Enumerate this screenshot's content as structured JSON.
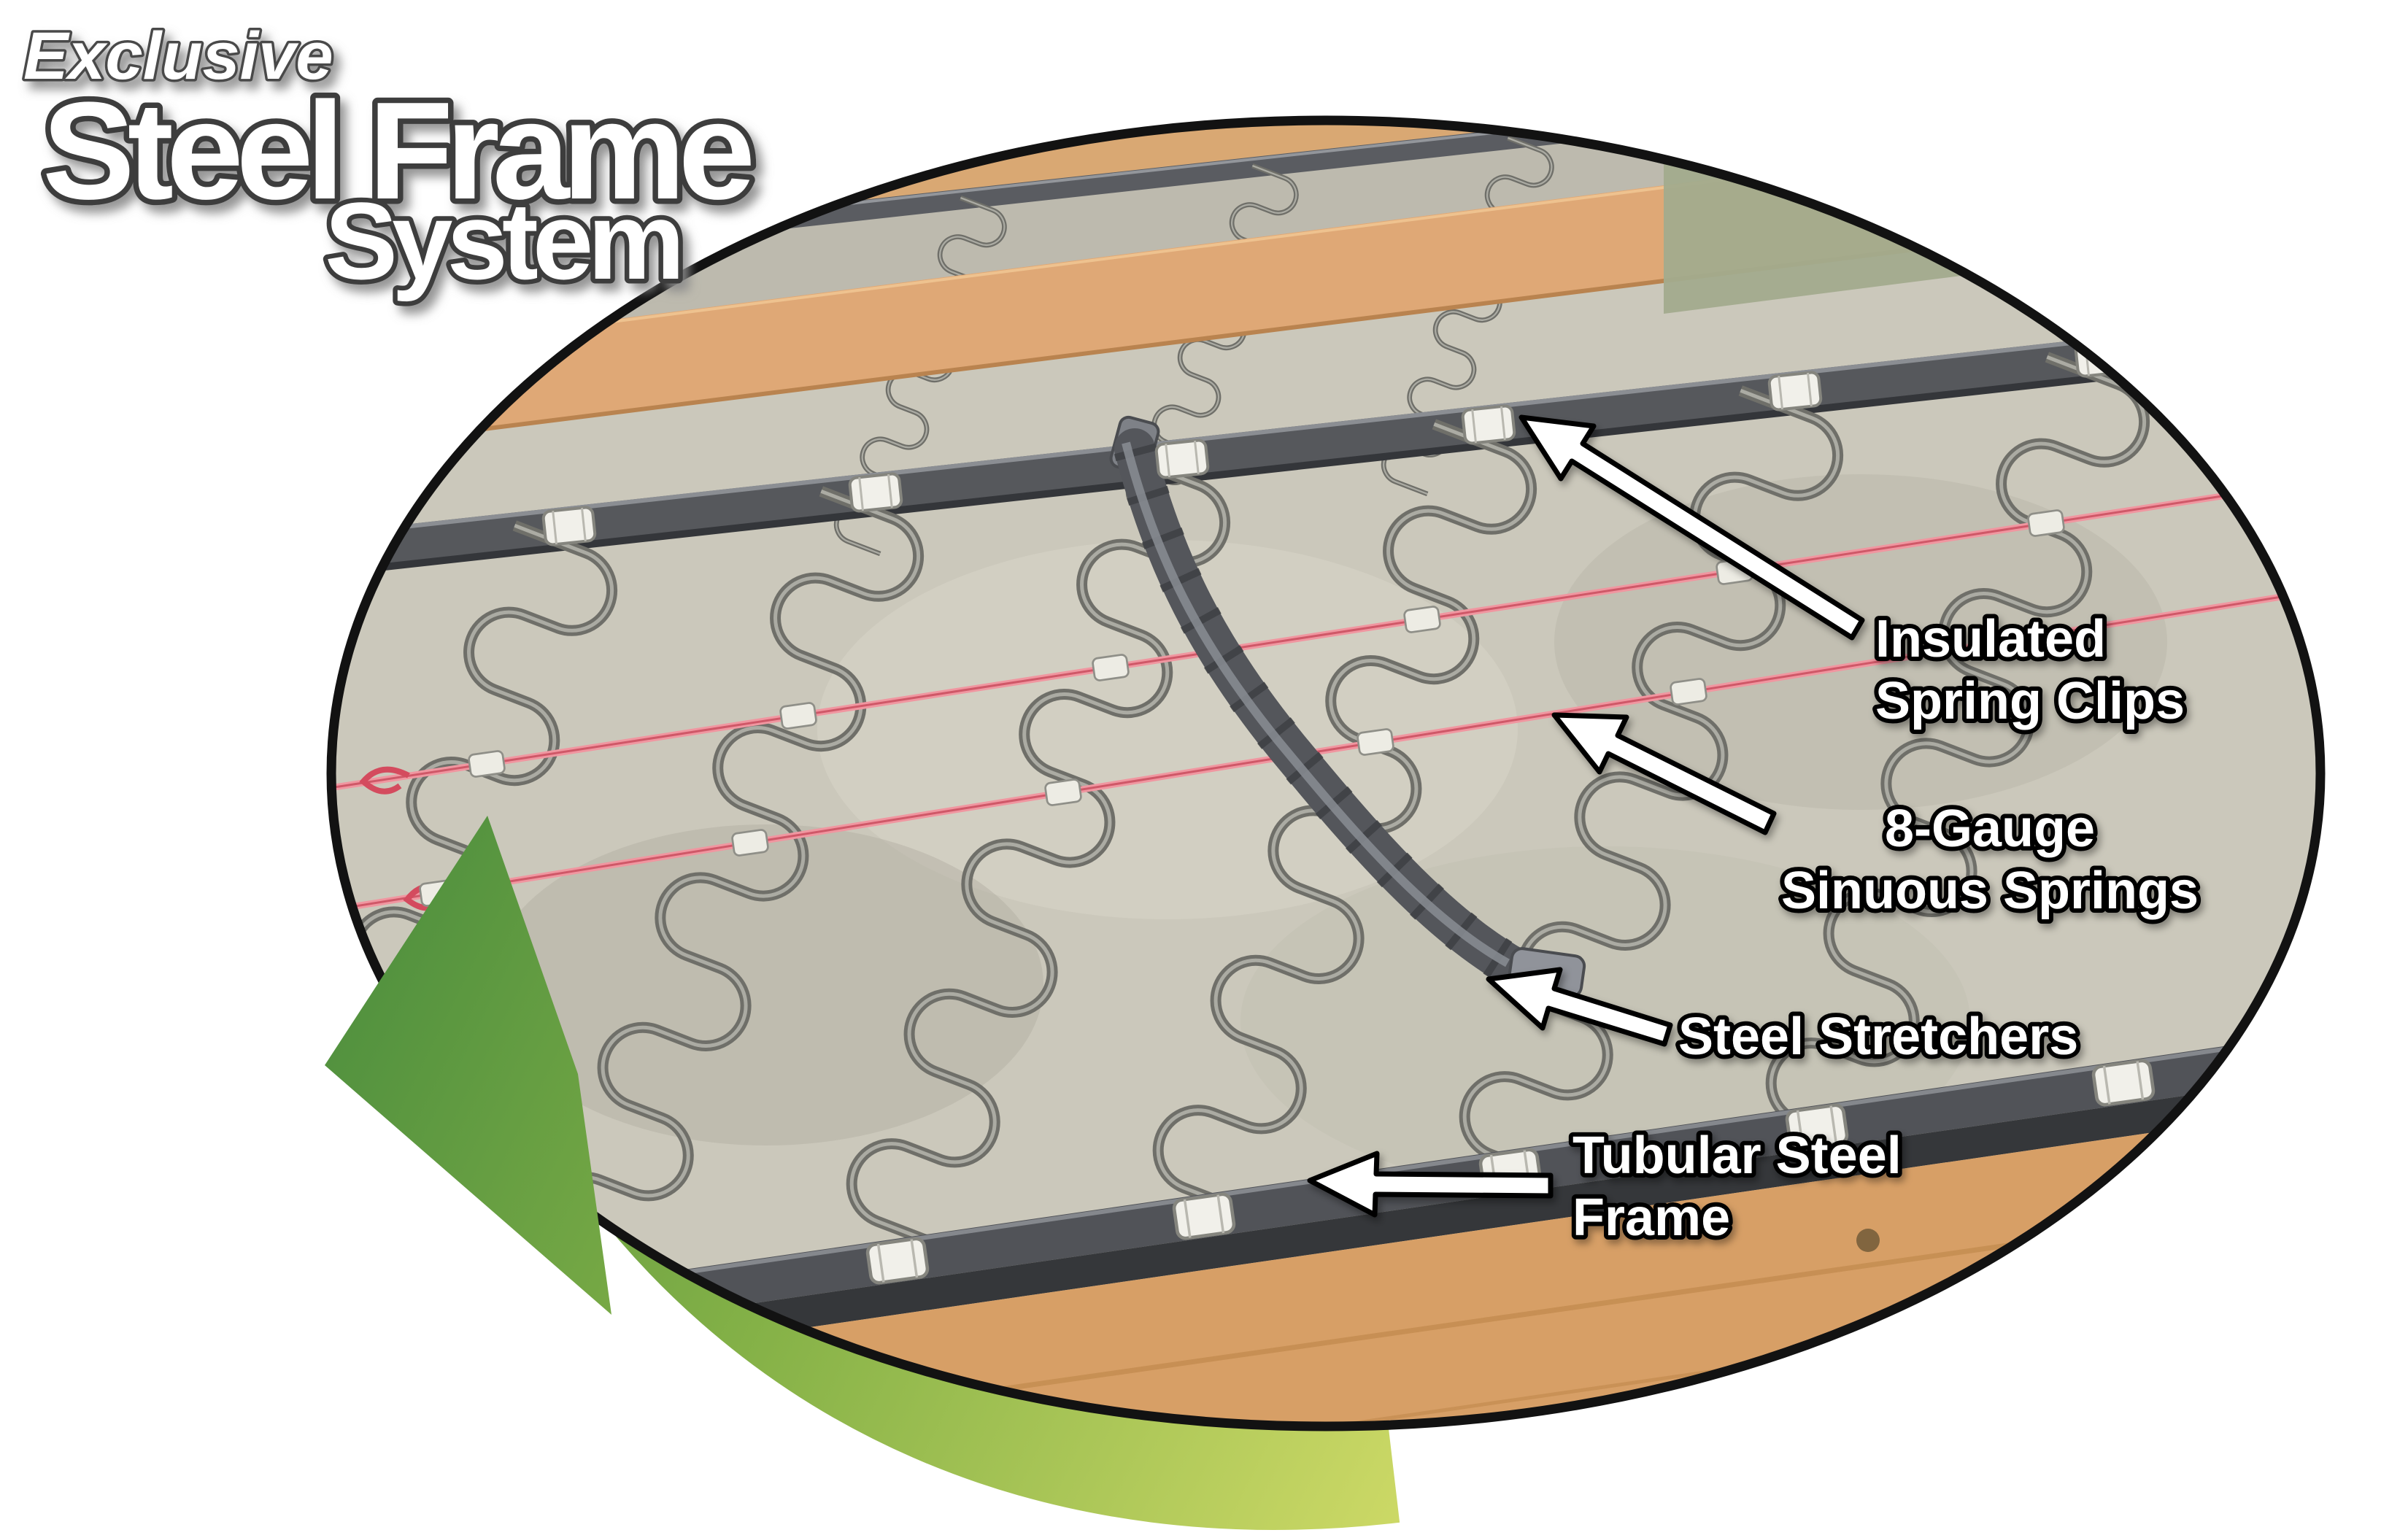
{
  "title": {
    "kicker": "Exclusive",
    "line1": "Steel Frame",
    "line2": "System"
  },
  "callouts": {
    "spring_clips": {
      "line1": "Insulated",
      "line2": "Spring Clips"
    },
    "sinuous_springs": {
      "line1": "8-Gauge",
      "line2": "Sinuous Springs"
    },
    "stretchers": {
      "line1": "Steel Stretchers"
    },
    "tubular_frame": {
      "line1": "Tubular Steel",
      "line2": "Frame"
    }
  },
  "icons": {
    "swoosh_arrow": "green-swoosh-arrow",
    "callout_arrow": "white-callout-arrow",
    "spring": "sinuous-spring",
    "clip": "spring-clip"
  },
  "colors": {
    "arrow_green_dark": "#4e8f3e",
    "arrow_green_light": "#cdd966",
    "wood": "#dfa876",
    "steel_rail": "#56585c",
    "spring_steel": "#6f6f69",
    "insulated_wire_pink": "#f096a0",
    "concrete": "#cbc8bb",
    "outline_black": "#000000",
    "title_outline_gray": "#3c3c3c"
  }
}
